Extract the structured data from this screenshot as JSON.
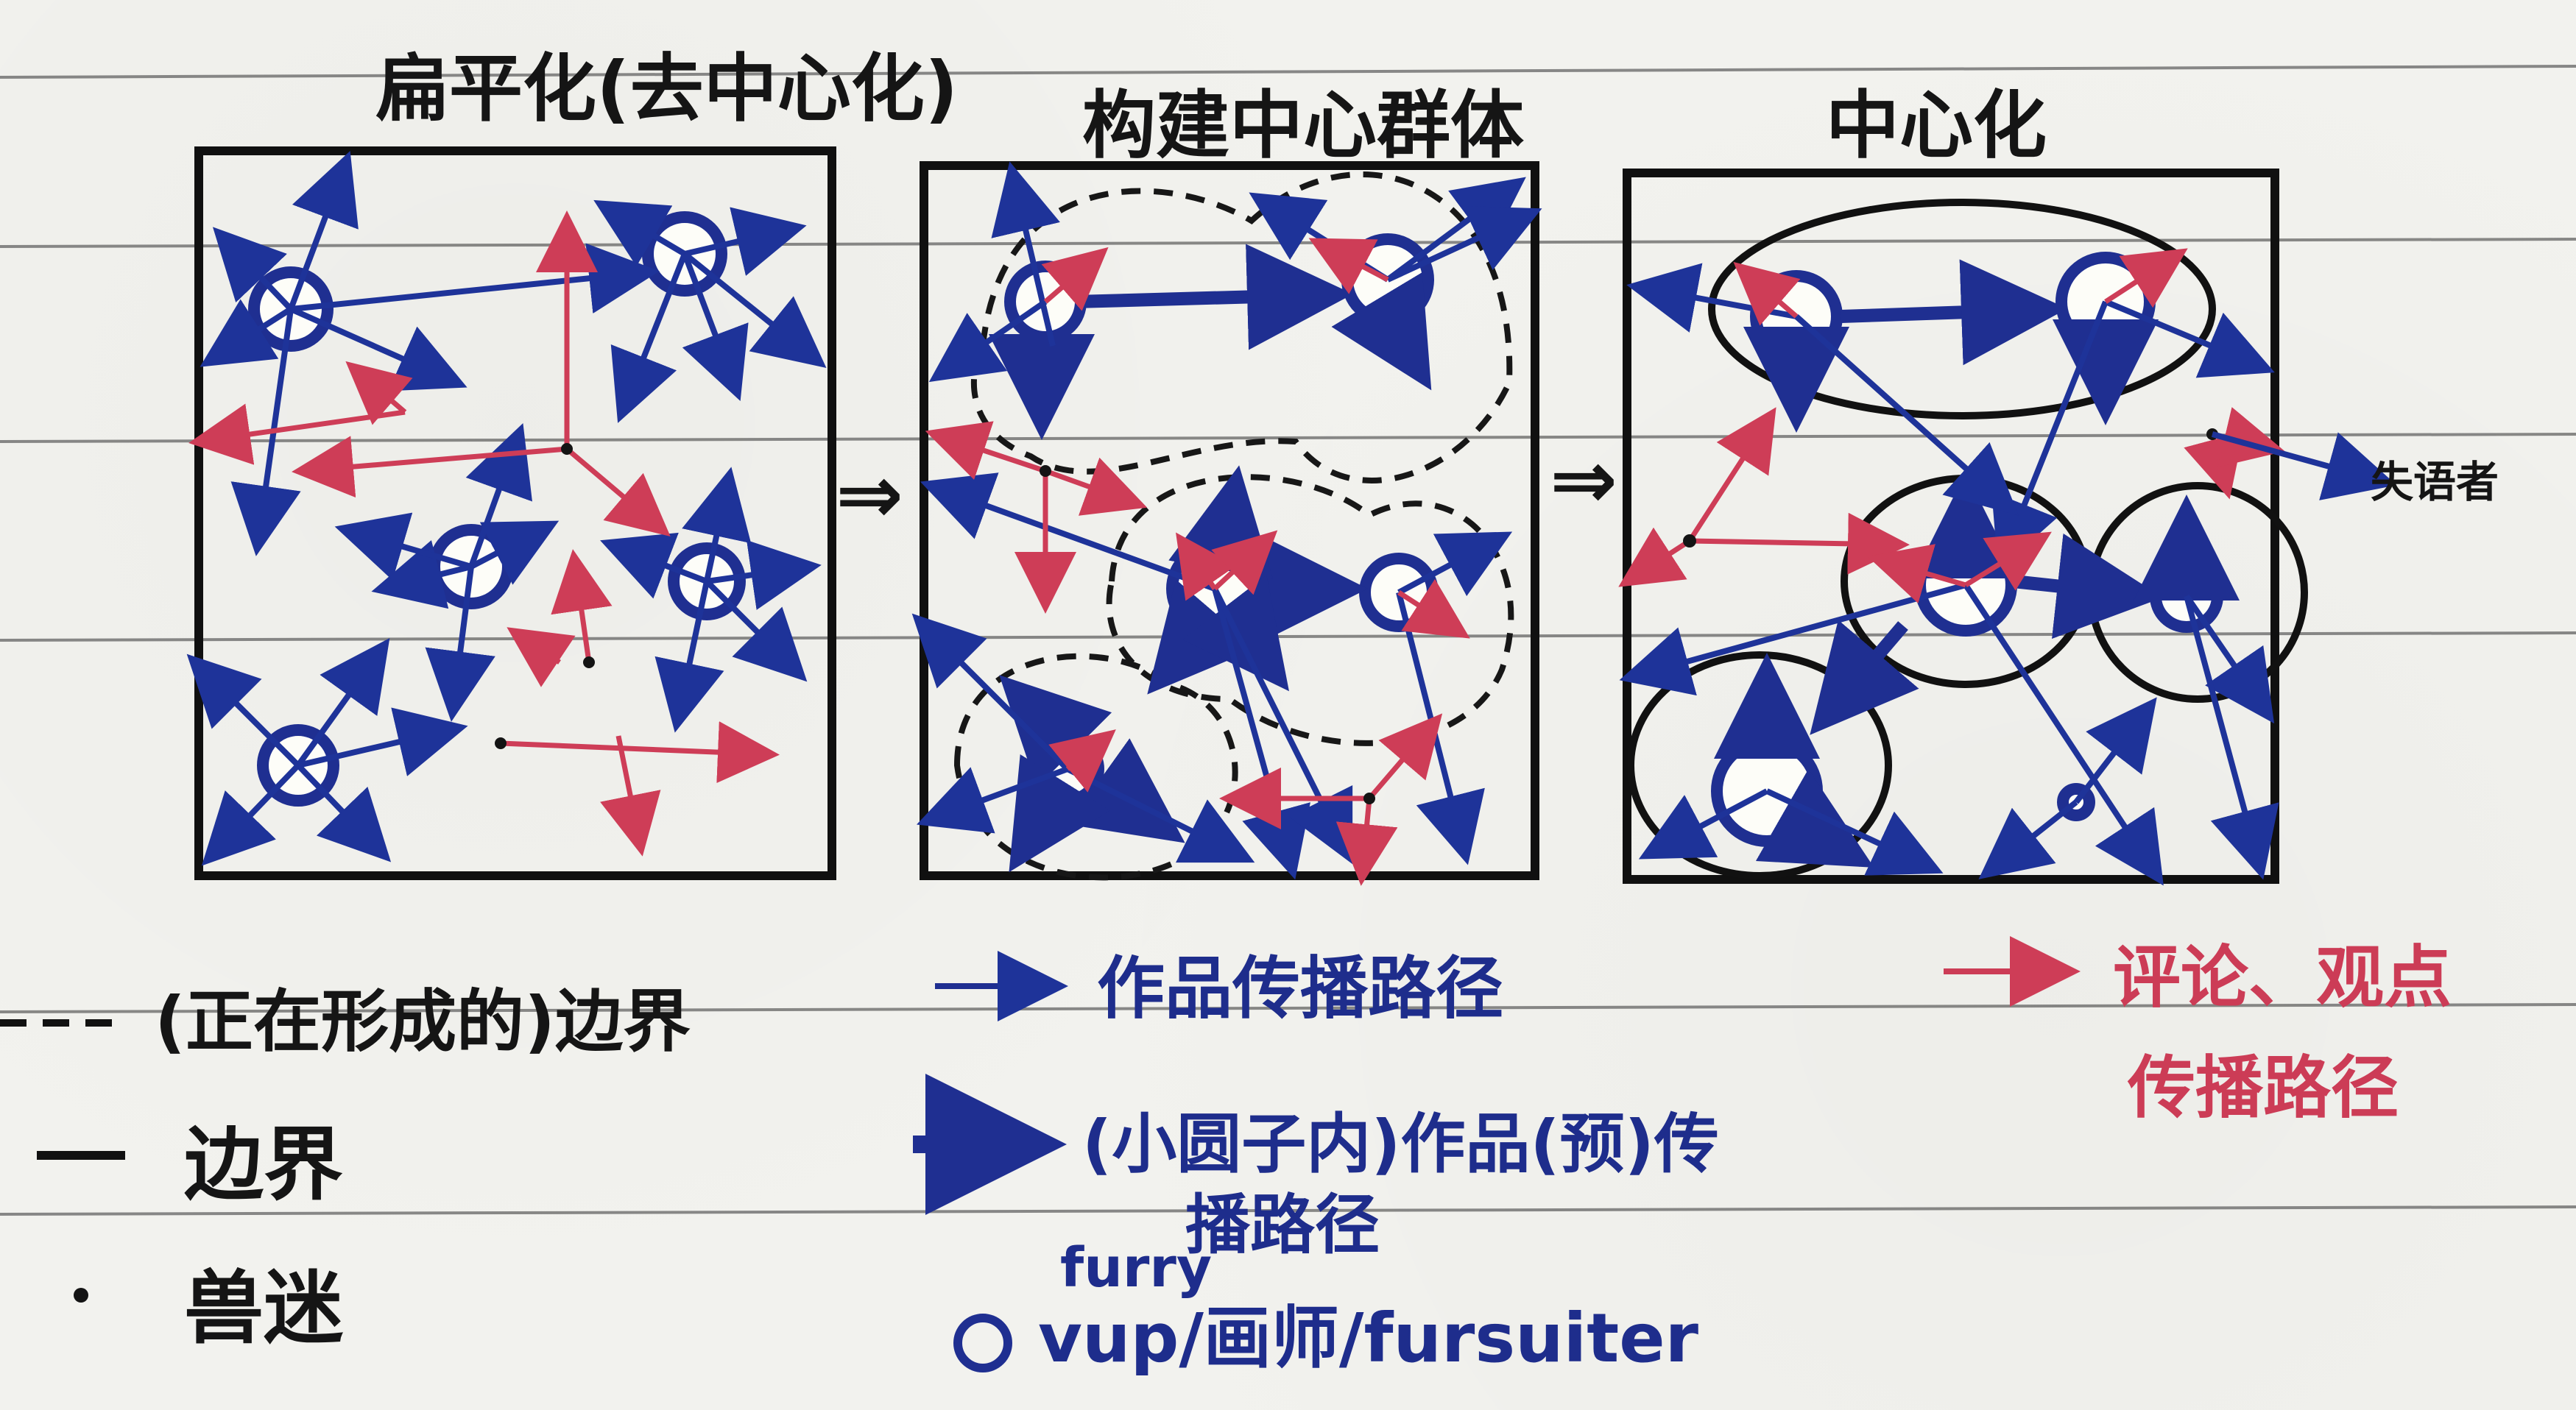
{
  "labels": {
    "stage1": "扁平化(去中心化)",
    "stage2": "构建中心群体",
    "stage3": "中心化",
    "arrow1": "⇒",
    "arrow2": "⇒",
    "side_label": "失语者"
  },
  "legend": {
    "forming_boundary": "(正在形成的)边界",
    "boundary": "边界",
    "fan": "兽迷",
    "work_path": "作品传播路径",
    "circle_path_line1": "(小圆子内)作品(预)传",
    "circle_path_line2": "播路径",
    "node_label_line1": "furry",
    "node_label_line2": "vup/画师/fursuiter",
    "comment_path_line1": "评论、观点",
    "comment_path_line2": "传播路径"
  },
  "colors": {
    "blue": "#1f2f91",
    "red": "#cc3c56",
    "black": "#111111",
    "paper": "#f2f2ee"
  }
}
